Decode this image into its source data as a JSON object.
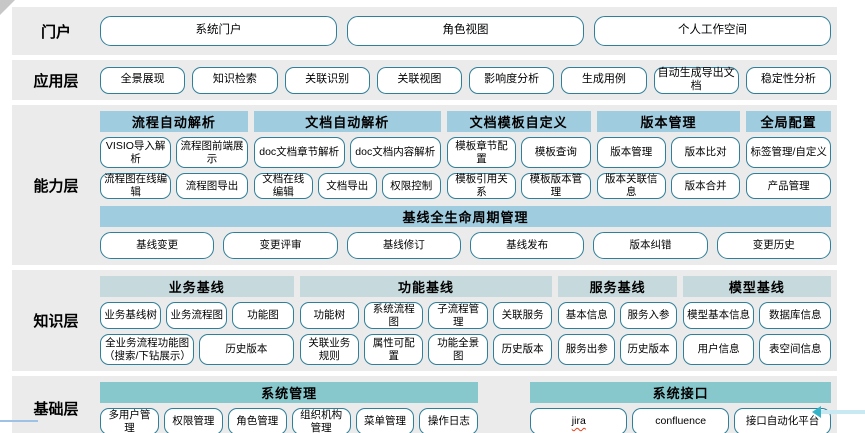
{
  "colors": {
    "band_background": "#ECEBEB",
    "button_border": "#2E7F9A",
    "header_light_blue": "#A0CCDF",
    "header_pale_blue_gray": "#C6D9DC",
    "header_teal": "#87C8CD",
    "spellcheck_underline_red": "#E2401B",
    "corner_fold_gray": "#C7C7C7",
    "bottom_line_blue": "#9CC2E5",
    "arrow_head_teal": "#35B4C9",
    "arrow_shaft_light_blue": "#C9E9F2"
  },
  "decorations": {
    "spellcheck_underlined": [
      "jira"
    ]
  },
  "layers": {
    "portal": {
      "label": "门户",
      "buttons": [
        "系统门户",
        "角色视图",
        "个人工作空间"
      ]
    },
    "application": {
      "label": "应用层",
      "buttons": [
        "全景展现",
        "知识检索",
        "关联识别",
        "关联视图",
        "影响度分析",
        "生成用例",
        "自动生成导出文档",
        "稳定性分析"
      ]
    },
    "capability": {
      "label": "能力层",
      "groups": [
        {
          "title": "流程自动解析",
          "rows": [
            [
              "VISIO导入解析",
              "流程图前端展示"
            ],
            [
              "流程图在线编辑",
              "流程图导出"
            ]
          ]
        },
        {
          "title": "文档自动解析",
          "rows": [
            [
              "doc文档章节解析",
              "doc文档内容解析"
            ],
            [
              "文档在线编辑",
              "文档导出",
              "权限控制"
            ]
          ]
        },
        {
          "title": "文档模板自定义",
          "rows": [
            [
              "模板章节配置",
              "模板查询"
            ],
            [
              "模板引用关系",
              "模板版本管理"
            ]
          ]
        },
        {
          "title": "版本管理",
          "rows": [
            [
              "版本管理",
              "版本比对"
            ],
            [
              "版本关联信息",
              "版本合并"
            ]
          ]
        },
        {
          "title": "全局配置",
          "rows": [
            [
              "标签管理/自定义"
            ],
            [
              "产品管理"
            ]
          ]
        }
      ],
      "lifecycle": {
        "title": "基线全生命周期管理",
        "buttons": [
          "基线变更",
          "变更评审",
          "基线修订",
          "基线发布",
          "版本纠错",
          "变更历史"
        ]
      }
    },
    "knowledge": {
      "label": "知识层",
      "groups": [
        {
          "title": "业务基线",
          "rows": [
            [
              "业务基线树",
              "业务流程图",
              "功能图"
            ],
            [
              "全业务流程功能图（搜索/下钻展示）",
              "历史版本"
            ]
          ]
        },
        {
          "title": "功能基线",
          "rows": [
            [
              "功能树",
              "系统流程图",
              "子流程管理",
              "关联服务"
            ],
            [
              "关联业务规则",
              "属性可配置",
              "功能全景图",
              "历史版本"
            ]
          ]
        },
        {
          "title": "服务基线",
          "rows": [
            [
              "基本信息",
              "服务入参"
            ],
            [
              "服务出参",
              "历史版本"
            ]
          ]
        },
        {
          "title": "模型基线",
          "rows": [
            [
              "模型基本信息",
              "数据库信息"
            ],
            [
              "用户信息",
              "表空间信息"
            ]
          ]
        }
      ]
    },
    "foundation": {
      "label": "基础层",
      "groups": [
        {
          "title": "系统管理",
          "rows": [
            [
              "多用户管理",
              "权限管理",
              "角色管理",
              "组织机构管理",
              "菜单管理",
              "操作日志"
            ]
          ]
        },
        {
          "title": "系统接口",
          "rows": [
            [
              "jira",
              "confluence",
              "接口自动化平台"
            ]
          ]
        }
      ]
    }
  }
}
